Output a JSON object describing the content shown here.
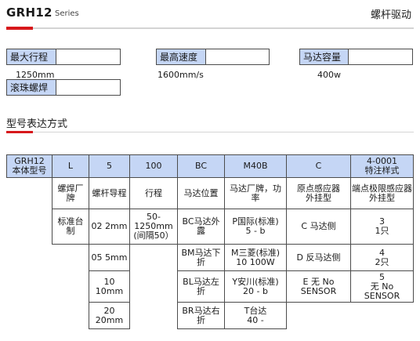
{
  "header": {
    "model": "GRH12",
    "series": "Series",
    "drive": "螺杆驱动"
  },
  "specs": {
    "max_stroke_label": "最大行程",
    "max_stroke_value": "1250mm",
    "max_speed_label": "最高速度",
    "max_speed_value": "1600mm/s",
    "motor_capacity_label": "马达容量",
    "motor_capacity_value": "400w",
    "ball_screw_label": "滚珠螺焊"
  },
  "section": {
    "title": "型号表达方式"
  },
  "table": {
    "headers": [
      "GRH12\n本体型号",
      "L",
      "5",
      "100",
      "BC",
      "M40B",
      "C",
      "4-0001\n特注样式"
    ],
    "desc": [
      "螺焊厂\n牌",
      "螺杆导程",
      "行程",
      "马达位置",
      "马达厂牌，功\n率",
      "原点感应器\n外挂型",
      "端点极限感应器\n外挂型"
    ],
    "col_brand": "标准台\n制",
    "col_lead": [
      "02  2mm",
      "05  5mm",
      "10\n10mm",
      "20\n20mm"
    ],
    "col_stroke": "50-\n1250mm\n(间隔50）",
    "col_motor_pos": [
      "BC马达外\n露",
      "BM马达下\n折",
      "BL马达左\n折",
      "BR马达右\n折"
    ],
    "col_motor_brand": [
      "P国际(标准)\n5   -   b",
      "M三菱(标准)\n10   100W",
      "Y安川(标准)\n20   -   b",
      "T台达\n40   -"
    ],
    "col_origin": [
      "C 马达侧",
      "D 反马达侧",
      "E 无 No\nSENSOR"
    ],
    "col_limit": [
      "3\n1只",
      "4\n2只",
      "5\n无 No\nSENSOR"
    ]
  }
}
